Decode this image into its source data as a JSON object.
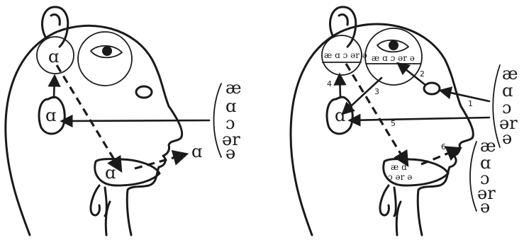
{
  "left_figure": {
    "ear_label": "ɑ",
    "auditory_area_label": "ɑ",
    "mouth_label": "ɑ",
    "output_label": "ɑ",
    "input_sounds": [
      "æ",
      "ɑ",
      "ɔ",
      "ər",
      "ə"
    ]
  },
  "right_figure": {
    "auditory_area_label": "æ ɑ ɔ ər ə",
    "visual_area_label": "æ ɑ ɔ ər ə",
    "ear_label": "ɑ",
    "mouth_label_line1": "æ ɑ",
    "mouth_label_line2": "ɔ ər ə",
    "input_sounds": [
      "æ",
      "ɑ",
      "ɔ",
      "ər",
      "ə"
    ],
    "output_sounds": [
      "æ",
      "ɑ",
      "ɔ",
      "ər",
      "ə"
    ],
    "path_numbers": [
      "1",
      "2",
      "3",
      "4",
      "5",
      "6"
    ]
  }
}
